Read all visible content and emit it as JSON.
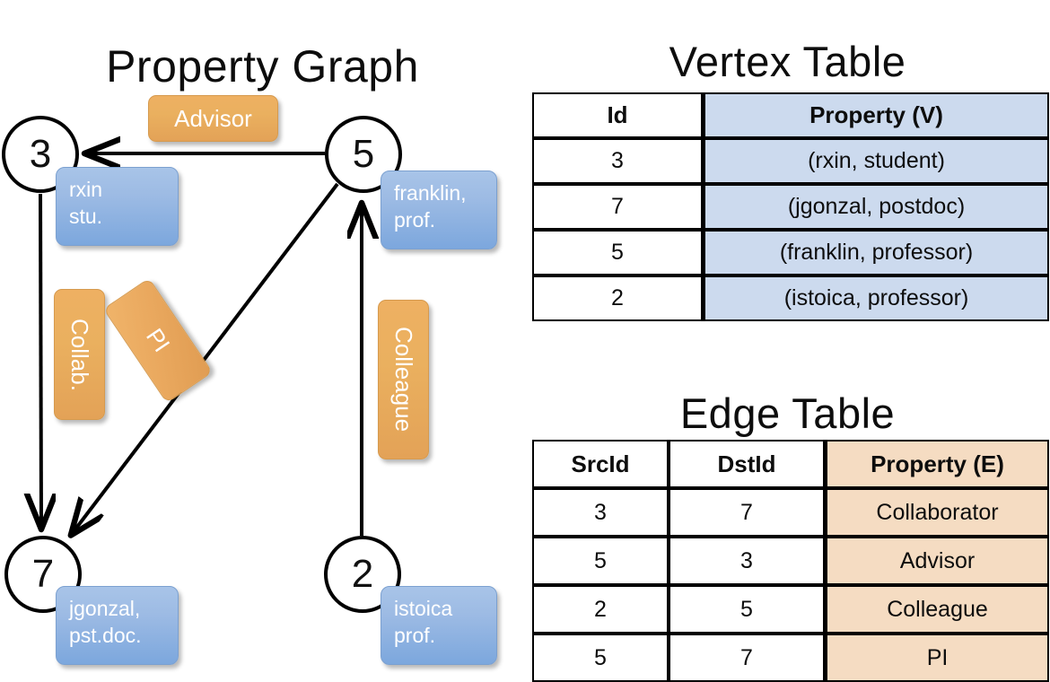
{
  "titles": {
    "property_graph": "Property Graph",
    "vertex_table": "Vertex Table",
    "edge_table": "Edge Table"
  },
  "graph": {
    "nodes": [
      {
        "id": "3",
        "label": "3",
        "property_lines": [
          "rxin",
          "stu."
        ]
      },
      {
        "id": "5",
        "label": "5",
        "property_lines": [
          "franklin,",
          "prof."
        ]
      },
      {
        "id": "7",
        "label": "7",
        "property_lines": [
          "jgonzal,",
          "pst.doc."
        ]
      },
      {
        "id": "2",
        "label": "2",
        "property_lines": [
          "istoica",
          "prof."
        ]
      }
    ],
    "property_boxes": {
      "rxin": "rxin\nstu.",
      "franklin": "franklin,\nprof.",
      "jgonzal": "jgonzal,\npst.doc.",
      "istoica": "istoica\nprof."
    },
    "edge_labels": {
      "advisor": "Advisor",
      "collab": "Collab.",
      "pi": "PI",
      "colleague": "Colleague"
    },
    "edges": [
      {
        "from": "5",
        "to": "3",
        "label": "Advisor"
      },
      {
        "from": "3",
        "to": "7",
        "label": "Collab."
      },
      {
        "from": "5",
        "to": "7",
        "label": "PI"
      },
      {
        "from": "2",
        "to": "5",
        "label": "Colleague"
      }
    ]
  },
  "vertex_table": {
    "headers": [
      "Id",
      "Property (V)"
    ],
    "rows": [
      {
        "id": "3",
        "property": "(rxin, student)"
      },
      {
        "id": "7",
        "property": "(jgonzal, postdoc)"
      },
      {
        "id": "5",
        "property": "(franklin, professor)"
      },
      {
        "id": "2",
        "property": "(istoica, professor)"
      }
    ]
  },
  "edge_table": {
    "headers": [
      "SrcId",
      "DstId",
      "Property (E)"
    ],
    "rows": [
      {
        "src": "3",
        "dst": "7",
        "property": "Collaborator"
      },
      {
        "src": "5",
        "dst": "3",
        "property": "Advisor"
      },
      {
        "src": "2",
        "dst": "5",
        "property": "Colleague"
      },
      {
        "src": "5",
        "dst": "7",
        "property": "PI"
      }
    ]
  },
  "colors": {
    "vertex_property_fill": "#ccdaee",
    "edge_property_fill": "#f5dcc2",
    "node_property_box": "#7ca7dd",
    "edge_label_box": "#e8a85c",
    "stroke": "#000000",
    "background": "#ffffff"
  }
}
